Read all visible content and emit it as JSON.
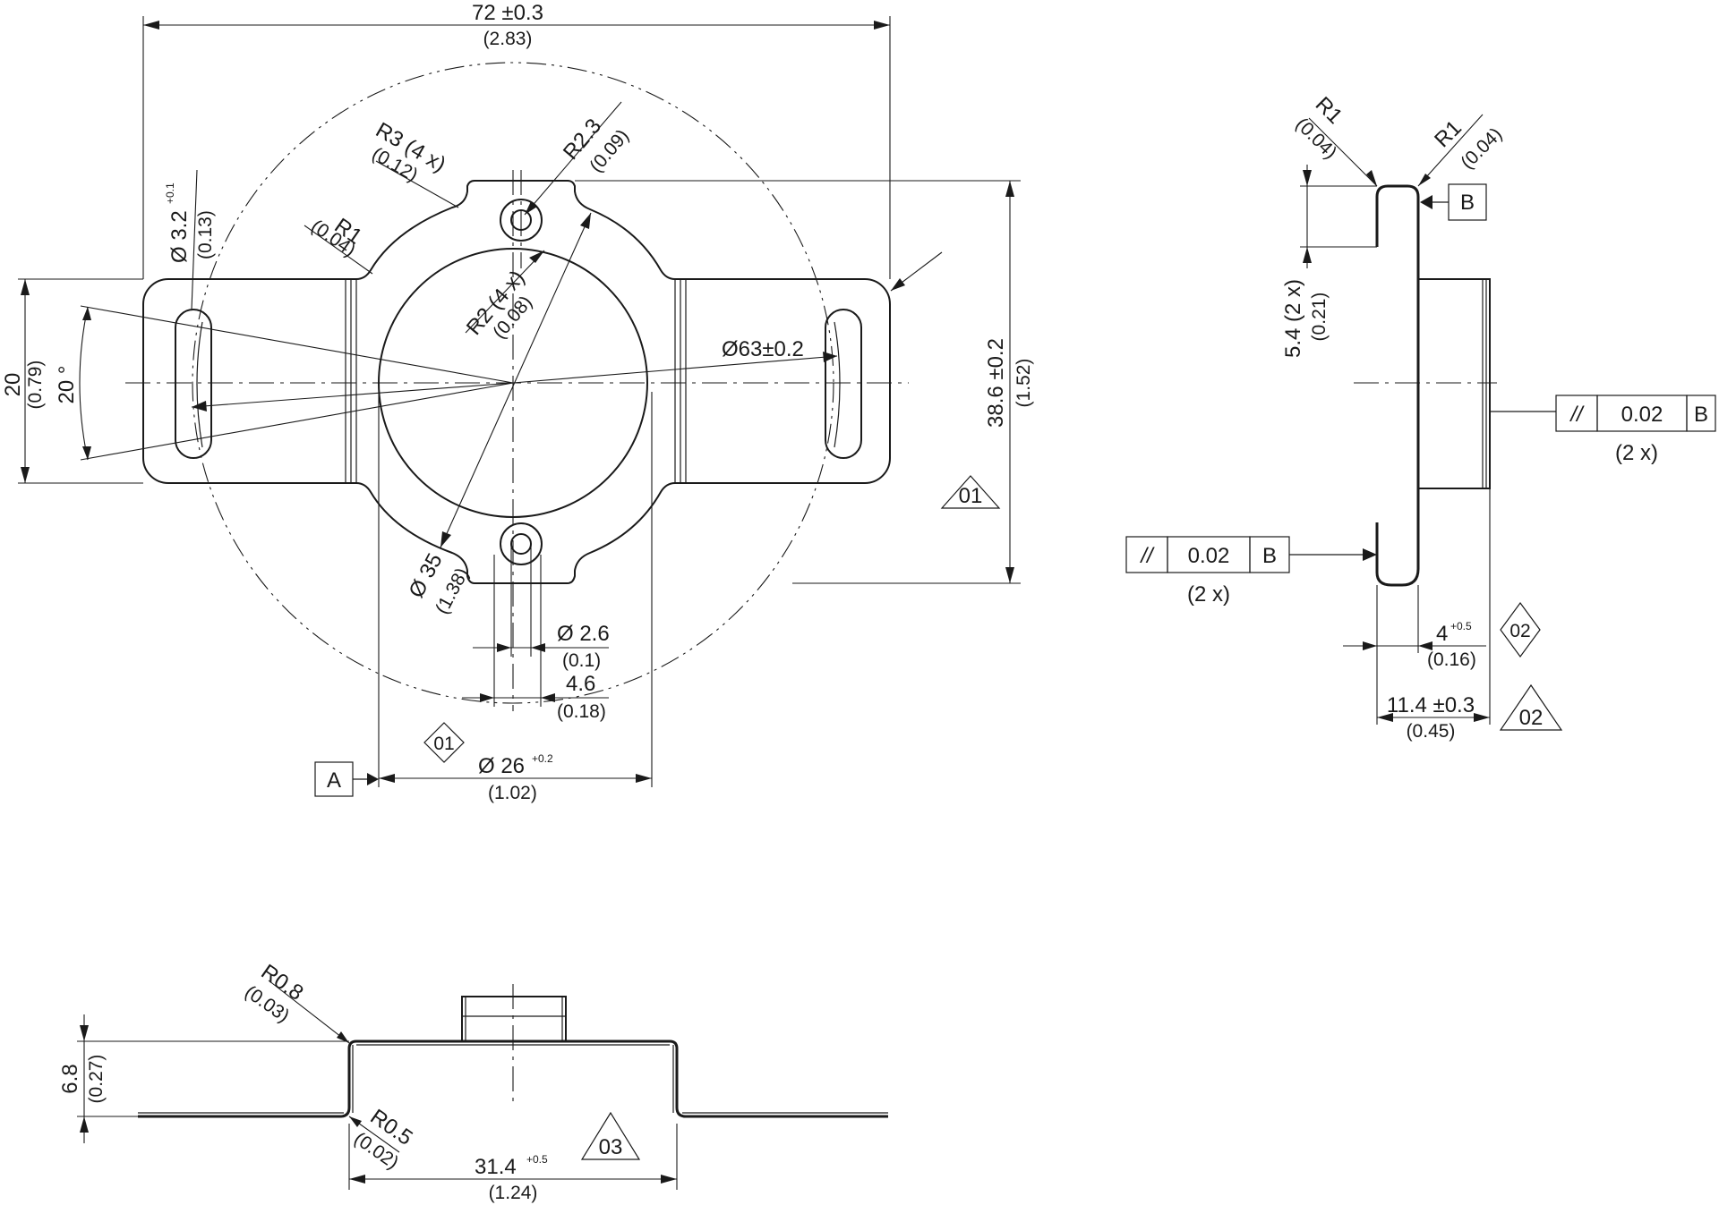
{
  "dims": {
    "overall_width": "72 ±0.3",
    "overall_width_in": "(2.83)",
    "r3": "R3 (4 x)",
    "r3_in": "(0.12)",
    "r23": "R2.3",
    "r23_in": "(0.09)",
    "r1_top": "R1",
    "r1_top_in": "(0.04)",
    "d32": "Ø 3.2",
    "d32_tol": "+0.1",
    "d32_in": "(0.13)",
    "r2": "R2 (4 x)",
    "r2_in": "(0.08)",
    "d63": "Ø63±0.2",
    "h20": "20",
    "h20_in": "(0.79)",
    "ang20": "20 °",
    "h386": "38.6 ±0.2",
    "h386_in": "(1.52)",
    "d35": "Ø 35",
    "d35_in": "(1.38)",
    "d26_hole": "Ø 2.6",
    "d26_hole_in": "(0.1)",
    "w46": "4.6",
    "w46_in": "(0.18)",
    "d26": "Ø 26",
    "d26_tol": "+0.2",
    "d26_in": "(1.02)",
    "r1_side_a": "R1",
    "r1_side_a_in": "(0.04)",
    "r1_side_b": "R1",
    "r1_side_b_in": "(0.04)",
    "h54": "5.4 (2 x)",
    "h54_in": "(0.21)",
    "w4": "4",
    "w4_tol": "+0.5",
    "w4_in": "(0.16)",
    "w114": "11.4 ±0.3",
    "w114_in": "(0.45)",
    "r08": "R0.8",
    "r08_in": "(0.03)",
    "r05": "R0.5",
    "r05_in": "(0.02)",
    "h68": "6.8",
    "h68_in": "(0.27)",
    "w314": "31.4",
    "w314_tol": "+0.5",
    "w314_in": "(1.24)"
  },
  "datums": {
    "a": "A",
    "b": "B"
  },
  "notes": {
    "n01_tri": "01",
    "n01_dia": "01",
    "n02_dia": "02",
    "n02_tri": "02",
    "n03_tri": "03"
  },
  "tolerance_frames": [
    {
      "symbol": "//",
      "value": "0.02",
      "datum": "B",
      "count": "(2 x)"
    },
    {
      "symbol": "//",
      "value": "0.02",
      "datum": "B",
      "count": "(2 x)"
    }
  ]
}
